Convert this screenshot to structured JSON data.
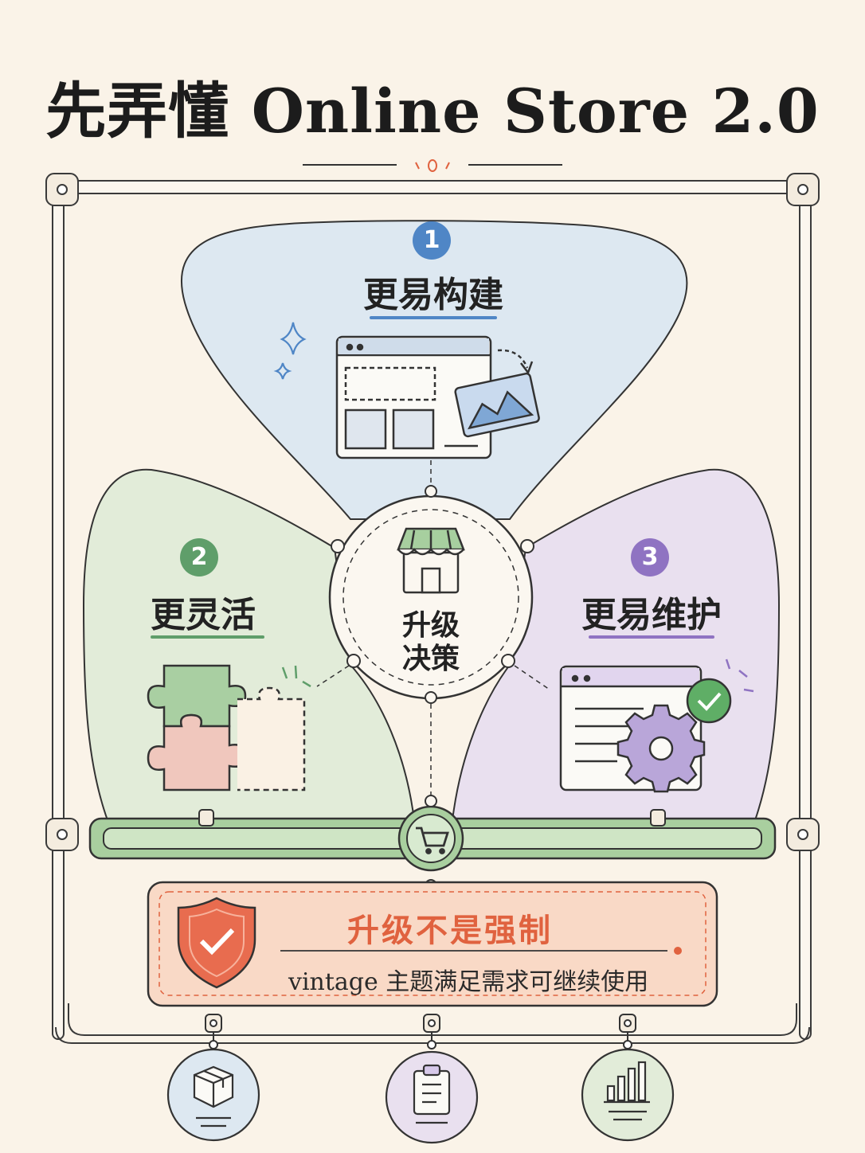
{
  "title": "先弄懂 Online Store 2.0",
  "center": {
    "label_line1": "升级",
    "label_line2": "决策"
  },
  "petals": [
    {
      "number": "1",
      "label": "更易构建",
      "color": "#4f86c6"
    },
    {
      "number": "2",
      "label": "更灵活",
      "color": "#5f9e6a"
    },
    {
      "number": "3",
      "label": "更易维护",
      "color": "#8f73c2"
    }
  ],
  "notice": {
    "heading": "升级不是强制",
    "text": "vintage 主题满足需求可继续使用",
    "color": "#e0623f"
  },
  "bottom_icons": [
    "box-icon",
    "clipboard-icon",
    "bar-chart-icon"
  ]
}
